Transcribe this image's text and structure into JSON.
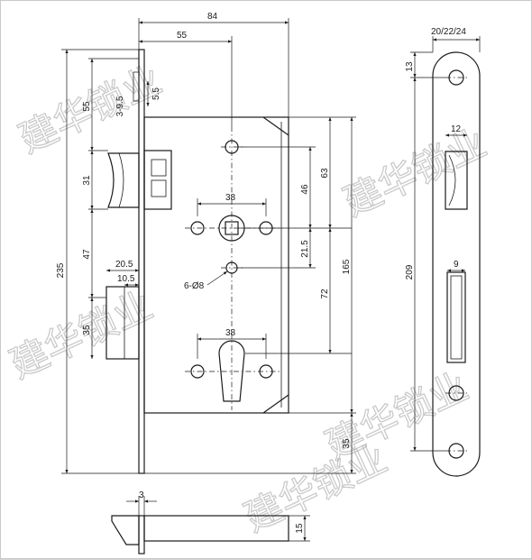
{
  "watermark": "建华锁业",
  "dimensions": {
    "overall_depth": "84",
    "backset": "55",
    "latch_offset_top": "55",
    "latch_step": "5.5",
    "latch_range": "3-9.5",
    "latch_height": "31",
    "latch_to_handle": "47",
    "deadbolt_width": "20.5",
    "deadbolt_inner": "10.5",
    "deadbolt_height": "35",
    "total_height": "235",
    "handle_spacing": "38",
    "spindle_to_top_hole": "46",
    "top_hole_to_spindle_outer": "63",
    "spindle_to_mount_hole": "21.5",
    "mount_hole": "6-Ø8",
    "cylinder_spacing": "38",
    "spindle_to_cylinder": "72",
    "case_height": "165",
    "case_to_bottom": "35",
    "plate_width": "20/22/24",
    "plate_top": "13",
    "latch_slot_width": "12",
    "faceplate_length": "209",
    "bolt_slot_width": "9",
    "bottom_thickness": "3",
    "bottom_height": "15"
  }
}
